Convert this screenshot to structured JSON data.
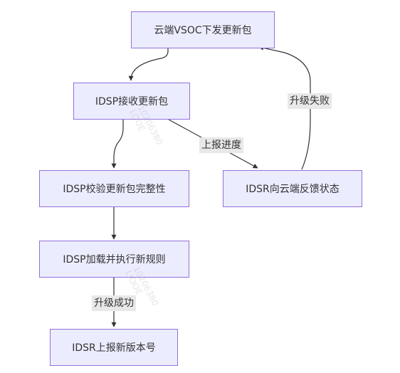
{
  "diagram": {
    "colors": {
      "node_fill": "#ECECFF",
      "node_border": "#9370DB",
      "edge": "#333333",
      "label_bg": "#e8e8e8",
      "text": "#333333"
    },
    "nodes": {
      "cloud_vsoc": "云端VSOC下发更新包",
      "idsp_receive": "IDSP接收更新包",
      "idsp_verify": "IDSP校验更新包完整性",
      "idsp_load": "IDSP加载并执行新规则",
      "idsr_report_version": "IDSR上报新版本号",
      "idsr_feedback": "IDSR向云端反馈状态"
    },
    "edge_labels": {
      "report_progress": "上报进度",
      "upgrade_failed": "升级失败",
      "upgrade_success": "升级成功"
    },
    "watermarks": {
      "one_line1": "10206380",
      "one_line2": "LOOE",
      "two_line1": "10206380",
      "two_line2": "LIOOE"
    }
  }
}
